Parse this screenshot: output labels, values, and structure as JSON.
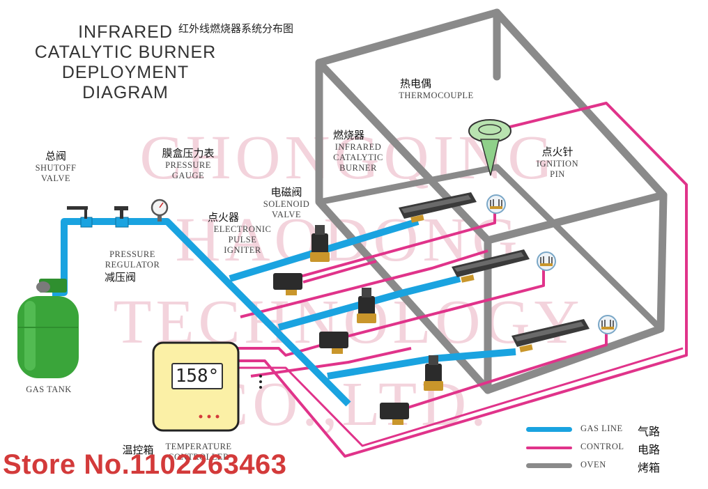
{
  "title": {
    "en_lines": [
      "INFRARED",
      "CATALYTIC BURNER",
      "DEPLOYMENT",
      "DIAGRAM"
    ],
    "zh": "红外线燃烧器系统分布图"
  },
  "watermark_lines": [
    "Chongqing",
    "Haodong",
    "Technology",
    "Co.,Ltd."
  ],
  "components": {
    "shutoff_valve": {
      "zh": "总阀",
      "en": [
        "Shutoff",
        "Valve"
      ]
    },
    "pressure_gauge": {
      "zh": "膜盒压力表",
      "en": [
        "Pressure",
        "Gauge"
      ]
    },
    "pressure_regulator": {
      "zh": "减压阀",
      "en": [
        "Pressure",
        "Regulator"
      ]
    },
    "gas_tank": {
      "en": [
        "Gas Tank"
      ]
    },
    "solenoid_valve": {
      "zh": "电磁阀",
      "en": [
        "Solenoid",
        "Valve"
      ]
    },
    "electronic_igniter": {
      "zh": "点火器",
      "en": [
        "Electronic",
        "Pulse",
        "Igniter"
      ]
    },
    "burner": {
      "zh": "燃烧器",
      "en": [
        "Infrared",
        "Catalytic",
        "Burner"
      ]
    },
    "thermocouple": {
      "zh": "热电偶",
      "en": [
        "Thermocouple"
      ]
    },
    "ignition_pin": {
      "zh": "点火针",
      "en": [
        "Ignition",
        "Pin"
      ]
    },
    "temperature_controller": {
      "zh": "温控箱",
      "en": [
        "Temperature",
        "Controller"
      ],
      "display": "158°"
    }
  },
  "legend": [
    {
      "en": "Gas Line",
      "zh": "气路",
      "color": "#1aa3e0"
    },
    {
      "en": "Control",
      "zh": "电路",
      "color": "#e0338a"
    },
    {
      "en": "Oven",
      "zh": "烤箱",
      "color": "#8a8a8a"
    }
  ],
  "store_text": "Store No.1102263463",
  "colors": {
    "gas": "#1aa3e0",
    "control": "#e0338a",
    "oven": "#8a8a8a",
    "tank": "#3aa53a",
    "controller": "#fbf0a6"
  }
}
